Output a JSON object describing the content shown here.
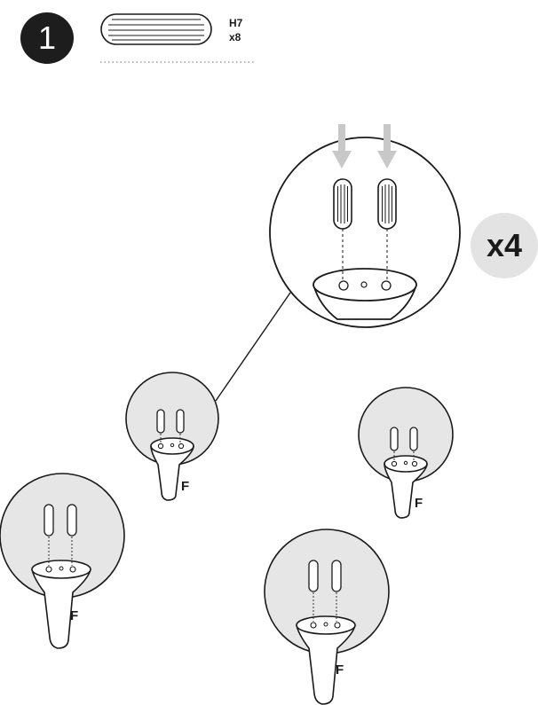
{
  "step": {
    "number": "1"
  },
  "part": {
    "code": "H7",
    "quantity": "x8"
  },
  "repeat": {
    "label": "x4"
  },
  "legs": [
    {
      "label": "F"
    },
    {
      "label": "F"
    },
    {
      "label": "F"
    },
    {
      "label": "F"
    }
  ],
  "colors": {
    "ink": "#1a1a1a",
    "circle_fill": "#e6e6e6",
    "arrow_fill": "#c8c8c8",
    "badge_dark": "#1d1d1d",
    "badge_light": "#e3e3e3"
  },
  "icons": {
    "dowel": "dowel-icon",
    "arrow": "down-arrow-icon"
  }
}
